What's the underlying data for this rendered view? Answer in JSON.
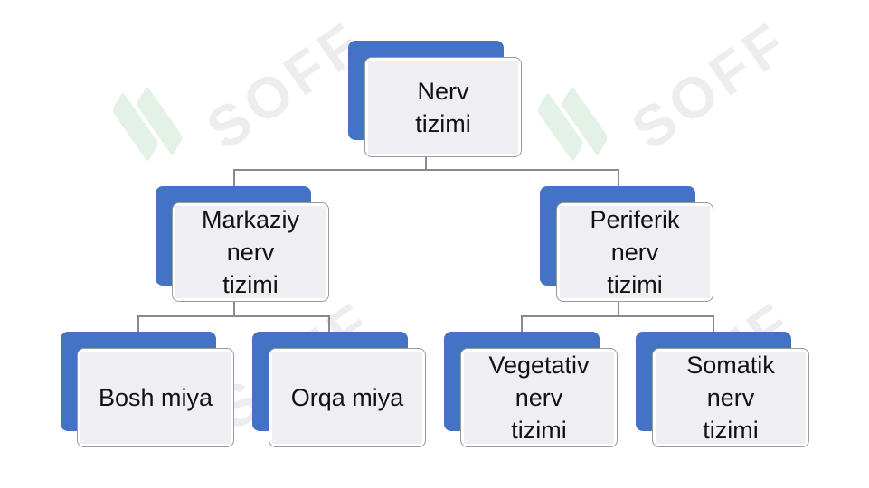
{
  "diagram": {
    "root": {
      "label": "Nerv\ntizimi"
    },
    "level1": [
      {
        "label": "Markaziy\nnerv\ntizimi"
      },
      {
        "label": "Periferik\nnerv\ntizimi"
      }
    ],
    "level2": [
      {
        "label": "Bosh miya"
      },
      {
        "label": "Orqa miya"
      },
      {
        "label": "Vegetativ\nnerv\ntizimi"
      },
      {
        "label": "Somatik\nnerv\ntizimi"
      }
    ]
  },
  "watermark": {
    "text": "SOFF"
  },
  "colors": {
    "accent": "#4472c4",
    "box_fill": "#eeeef3",
    "box_border": "#9a9a9a",
    "connector": "#8a8a8a",
    "watermark_green": "#2e9a4a"
  }
}
